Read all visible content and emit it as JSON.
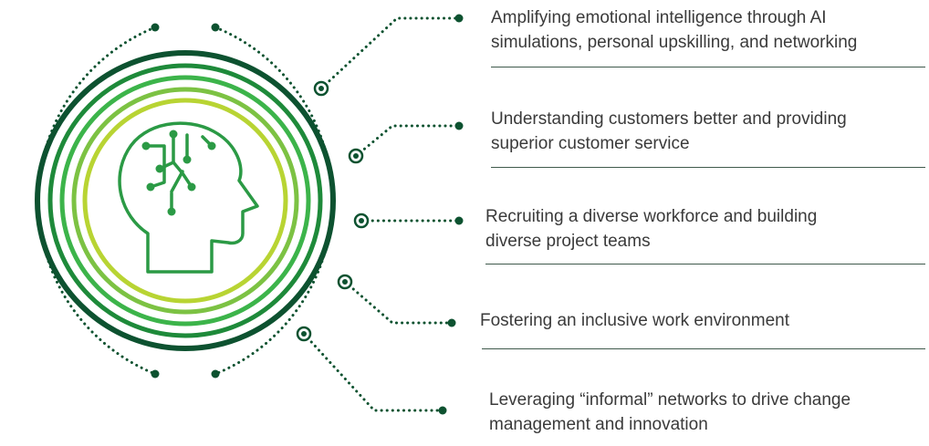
{
  "colors": {
    "dark_green": "#0d5230",
    "ring_colors": [
      "#0d5230",
      "#1e8a3a",
      "#3cb44a",
      "#7cc243",
      "#b8d433"
    ],
    "icon_color": "#2b9a45",
    "text": "#3a3a3a",
    "rule": "#3f5a4c"
  },
  "icon": "head-with-circuit-brain-icon",
  "items": [
    {
      "line1": "Amplifying emotional intelligence through AI",
      "line2": "simulations, personal upskilling, and networking"
    },
    {
      "line1": "Understanding customers better and providing",
      "line2": "superior customer service"
    },
    {
      "line1": "Recruiting a diverse workforce and building",
      "line2": "diverse project teams"
    },
    {
      "line1": "Fostering an inclusive work environment",
      "line2": ""
    },
    {
      "line1": "Leveraging “informal” networks to drive change",
      "line2": "management and innovation"
    }
  ]
}
